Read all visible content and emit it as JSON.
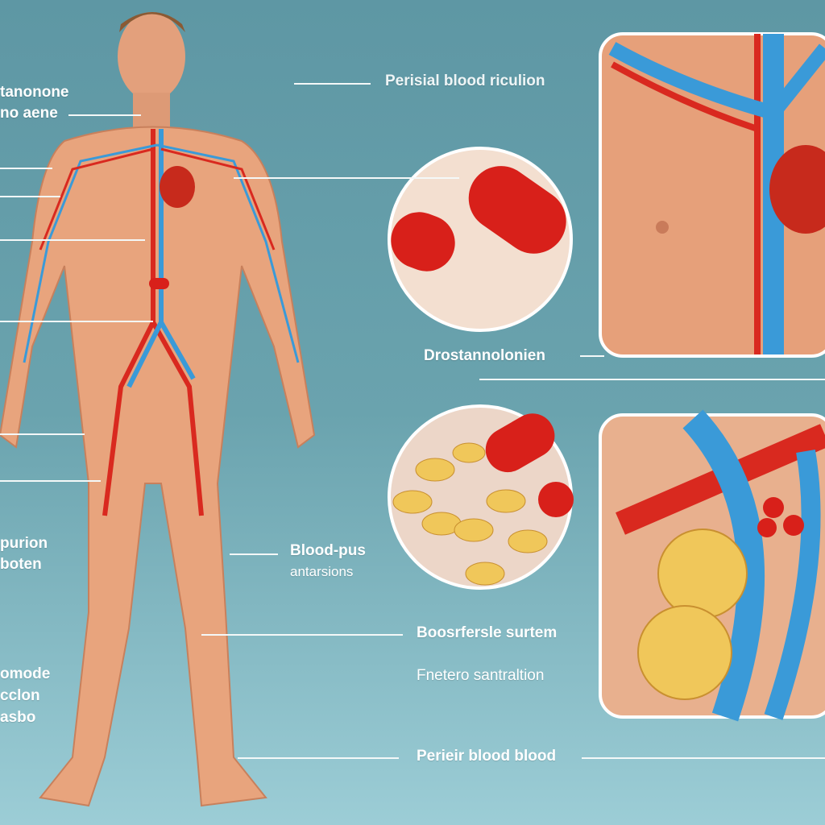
{
  "left_labels": [
    "tanonone",
    "no aene",
    "purion",
    "boten",
    "omode",
    "cclon",
    "asbo"
  ],
  "right_labels": {
    "top": "Perisial blood riculion",
    "middle": "Drostannolonien",
    "pills_title": "Blood-pus",
    "pills_sub": "antarsions",
    "system": "Boosrfersle surtem",
    "sub_system": "Fnetero santraltion",
    "bottom": "Perieir blood blood"
  },
  "colors": {
    "artery": "#d9291f",
    "vein": "#3a9ad8",
    "skin": "#e9a57c",
    "pill_red": "#d8201a",
    "tablet": "#f0c75a"
  }
}
